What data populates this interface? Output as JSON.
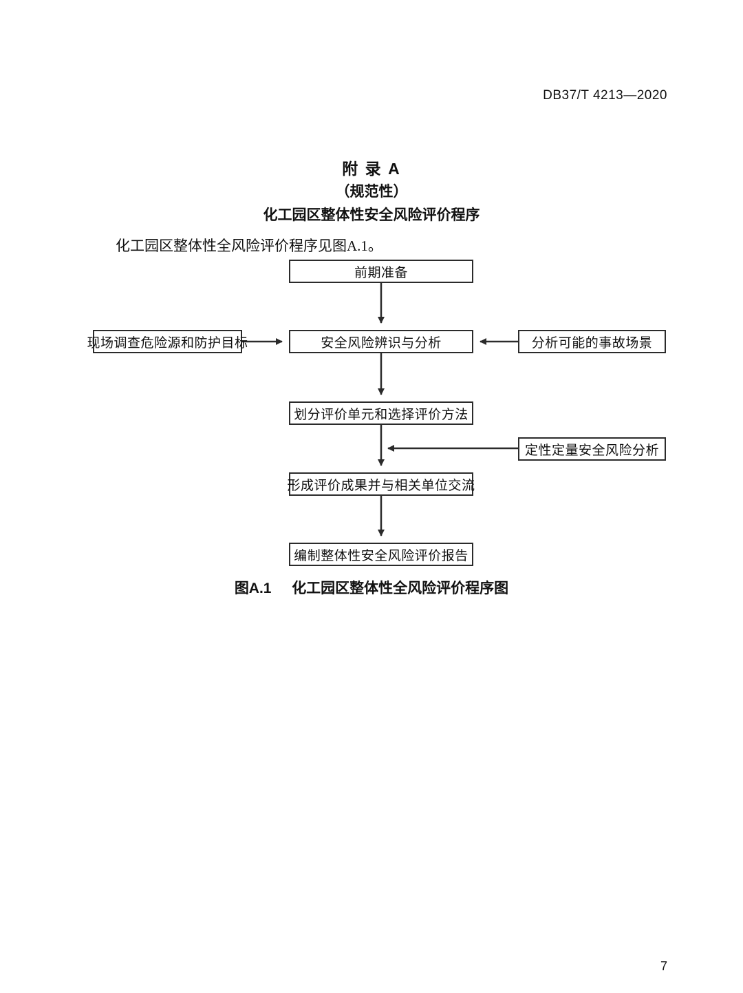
{
  "header": {
    "standard_number": "DB37/T 4213—2020"
  },
  "annex": {
    "name": "附 录 A",
    "kind": "（规范性）",
    "subject": "化工园区整体性安全风险评价程序"
  },
  "intro": {
    "text": "化工园区整体性全风险评价程序见图A.1。"
  },
  "flowchart": {
    "nodes": [
      {
        "id": "n1",
        "label": "前期准备"
      },
      {
        "id": "n2",
        "label": "安全风险辨识与分析"
      },
      {
        "id": "n3",
        "label": "划分评价单元和选择评价方法"
      },
      {
        "id": "n4",
        "label": "形成评价成果并与相关单位交流"
      },
      {
        "id": "n5",
        "label": "编制整体性安全风险评价报告"
      },
      {
        "id": "s1",
        "label": "现场调查危险源和防护目标"
      },
      {
        "id": "s2",
        "label": "分析可能的事故场景"
      },
      {
        "id": "s3",
        "label": "定性定量安全风险分析"
      }
    ],
    "edges": [
      {
        "from": "n1",
        "to": "n2",
        "direction": "down"
      },
      {
        "from": "s1",
        "to": "n2",
        "direction": "right"
      },
      {
        "from": "s2",
        "to": "n2",
        "direction": "left"
      },
      {
        "from": "n2",
        "to": "n3",
        "direction": "down"
      },
      {
        "from": "n3",
        "to": "n4",
        "direction": "down"
      },
      {
        "from": "s3",
        "to": "n3-n4-link",
        "direction": "left"
      },
      {
        "from": "n4",
        "to": "n5",
        "direction": "down"
      }
    ],
    "line_color": "#2b2b2b"
  },
  "caption": {
    "number": "图A.1",
    "title": "化工园区整体性全风险评价程序图"
  },
  "footer": {
    "page_number": "7"
  }
}
